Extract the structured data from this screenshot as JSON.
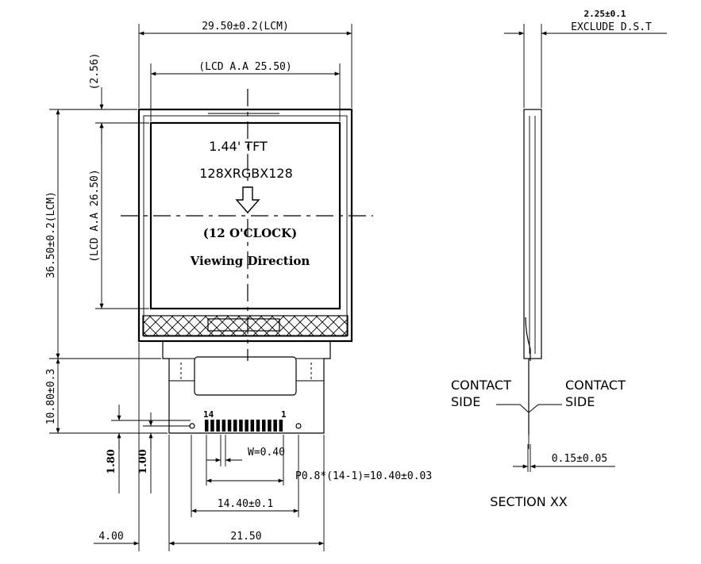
{
  "dimensions": {
    "lcm_width": "29.50±0.2(LCM)",
    "lcd_aa_width": "(LCD A.A 25.50)",
    "top_gap": "(2.56)",
    "lcm_height": "36.50±0.2(LCM)",
    "lcd_aa_height": "(LCD A.A 26.50)",
    "fpc_length": "10.80±0.3",
    "pad_offset_a": "1.80",
    "pad_offset_b": "1.00",
    "pad_width": "W=0.40",
    "pitch": "P0.8*(14-1)=10.40±0.03",
    "pad_span": "14.40±0.1",
    "fpc_width": "21.50",
    "fpc_offset": "4.00",
    "thickness": "2.25±0.1",
    "exclude": "EXCLUDE D.S.T",
    "fpc_thickness": "0.15±0.05"
  },
  "screen": {
    "size": "1.44' TFT",
    "resolution": "128XRGBX128",
    "orientation": "(12 O'CLOCK)",
    "viewing": "Viewing Direction"
  },
  "pins": {
    "first": "14",
    "last": "1"
  },
  "section": {
    "contact_left": [
      "CONTACT",
      "SIDE"
    ],
    "contact_right": [
      "CONTACT",
      "SIDE"
    ],
    "title": "SECTION XX"
  }
}
